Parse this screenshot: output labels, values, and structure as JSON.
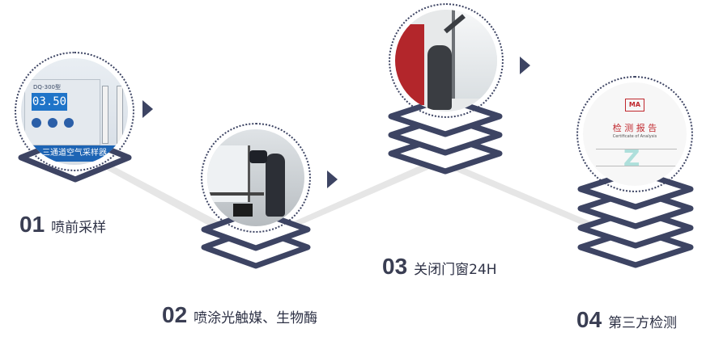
{
  "steps": [
    {
      "number": "01",
      "label": "喷前采样"
    },
    {
      "number": "02",
      "label": "喷涂光触媒、生物酶"
    },
    {
      "number": "03",
      "label": "关闭门窗24H"
    },
    {
      "number": "04",
      "label": "第三方检测"
    }
  ],
  "photos": {
    "sampler": {
      "brand": "DQ-300型",
      "display_value": "03.50",
      "panel_label": "三通道空气采样器"
    },
    "report": {
      "seal": "MA",
      "title": "检 测 报 告",
      "subtitle": "Certificate of Analysis"
    }
  },
  "colors": {
    "navy": "#3d4463",
    "road": "#e3e3e3",
    "text": "#3a3e53"
  }
}
